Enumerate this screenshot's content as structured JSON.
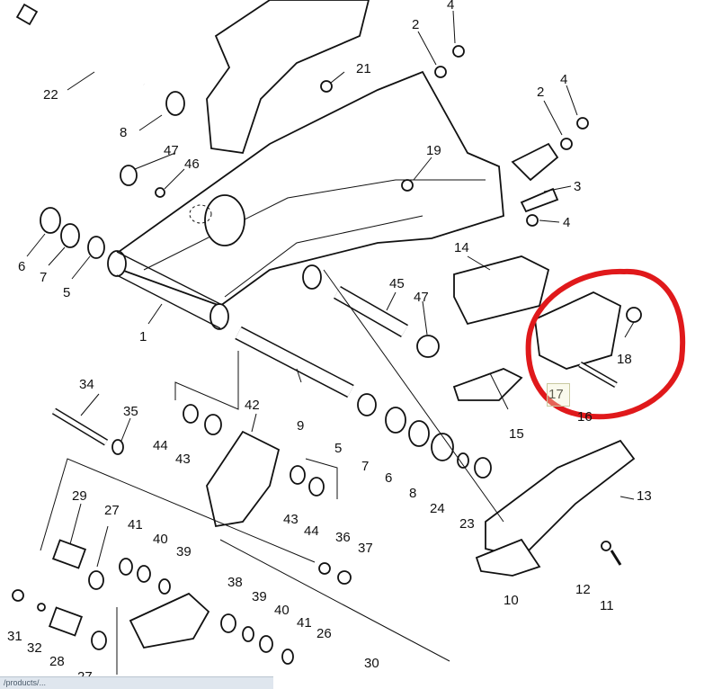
{
  "diagram": {
    "labels": [
      "1",
      "2",
      "2",
      "3",
      "4",
      "4",
      "4",
      "5",
      "5",
      "6",
      "6",
      "7",
      "7",
      "8",
      "8",
      "9",
      "10",
      "11",
      "12",
      "13",
      "14",
      "15",
      "16",
      "17",
      "18",
      "19",
      "21",
      "22",
      "23",
      "24",
      "26",
      "27",
      "27",
      "28",
      "29",
      "30",
      "31",
      "32",
      "34",
      "35",
      "36",
      "37",
      "38",
      "39",
      "39",
      "40",
      "40",
      "41",
      "41",
      "42",
      "43",
      "43",
      "44",
      "44",
      "45",
      "46",
      "47",
      "47"
    ],
    "highlight_color": "#e0191b"
  },
  "status_bar": {
    "text": "/products/..."
  }
}
